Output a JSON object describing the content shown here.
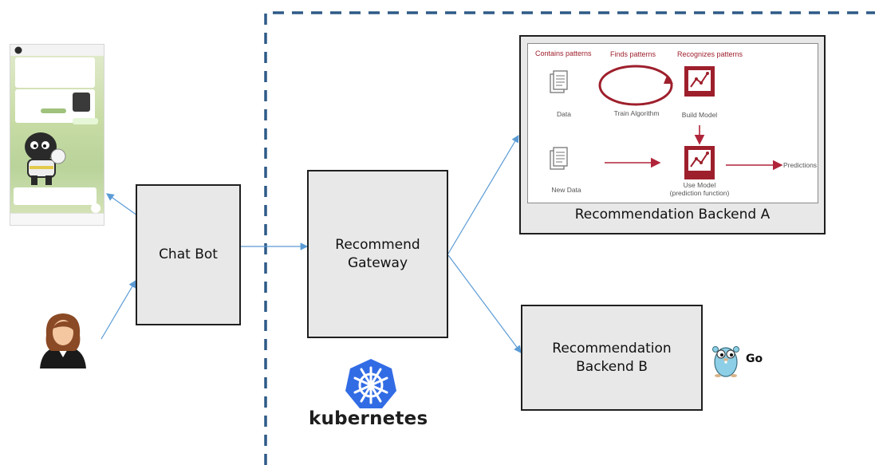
{
  "nodes": {
    "chat_bot": "Chat Bot",
    "recommend_gateway": "Recommend\nGateway",
    "backend_a": "Recommendation Backend A",
    "backend_b": "Recommendation\nBackend B"
  },
  "ml_workflow": {
    "headers": {
      "contains": "Contains patterns",
      "finds": "Finds patterns",
      "recognizes": "Recognizes patterns"
    },
    "labels": {
      "data": "Data",
      "train": "Train Algorithm",
      "build": "Build Model",
      "new_data": "New Data",
      "use_model": "Use Model",
      "prediction_fn": "(prediction function)",
      "predictions": "Predictions"
    }
  },
  "logos": {
    "kubernetes": "kubernetes",
    "go": "Go"
  },
  "colors": {
    "box_fill": "#e8e8e8",
    "arrow": "#5b9bd5",
    "dashed_border": "#2e5a87",
    "ml_accent": "#9e1f2c",
    "k8s_blue": "#326ce5"
  },
  "icons": [
    "telegram-chat-screenshot",
    "user-avatar-icon",
    "document-icon",
    "model-chart-icon",
    "kubernetes-logo",
    "go-gopher-icon"
  ]
}
